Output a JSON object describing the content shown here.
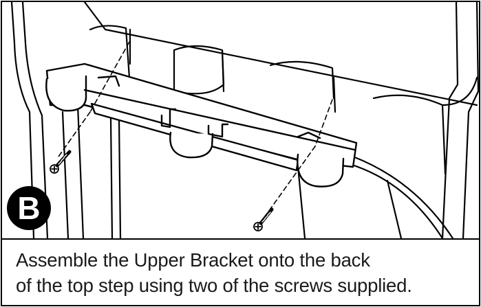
{
  "step": {
    "letter": "B"
  },
  "caption": {
    "line1": "Assemble the Upper Bracket onto the back",
    "line2": "of the top step using two of the screws supplied."
  },
  "illustration": {
    "parts": [
      "top-step",
      "upper-bracket",
      "screw",
      "screw"
    ]
  }
}
